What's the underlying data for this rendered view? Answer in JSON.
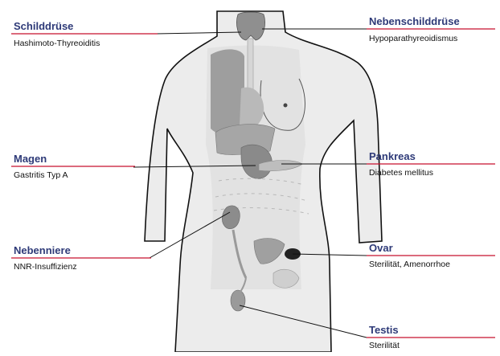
{
  "colors": {
    "organ_text": "#2e3a78",
    "rule": "#c8102e",
    "body_outline": "#111111",
    "body_fill": "#ececec",
    "organ_fill": "#9a9a9a",
    "organ_fill_light": "#c4c4c4"
  },
  "labels": {
    "schilddruese": {
      "organ": "Schilddrüse",
      "condition": "Hashimoto-Thyreoiditis"
    },
    "nebenschilddruese": {
      "organ": "Nebenschilddrüse",
      "condition": "Hypoparathyreoidismus"
    },
    "magen": {
      "organ": "Magen",
      "condition": "Gastritis Typ A"
    },
    "pankreas": {
      "organ": "Pankreas",
      "condition": "Diabetes mellitus"
    },
    "nebenniere": {
      "organ": "Nebenniere",
      "condition": "NNR-Insuffizienz"
    },
    "ovar": {
      "organ": "Ovar",
      "condition": "Sterilität, Amenorrhoe"
    },
    "testis": {
      "organ": "Testis",
      "condition": "Sterilität"
    }
  }
}
